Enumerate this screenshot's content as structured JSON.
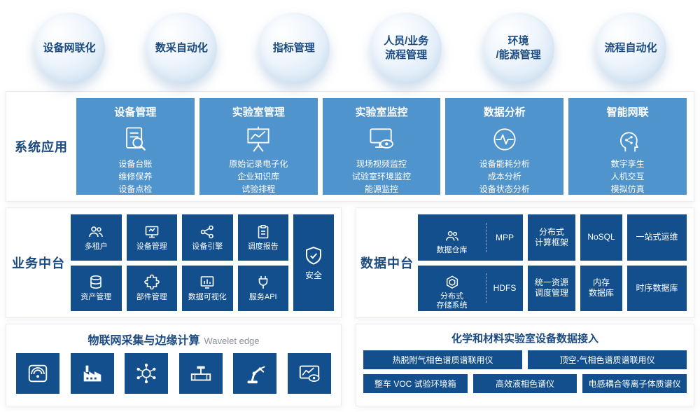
{
  "colors": {
    "dark_blue": "#124f8c",
    "card_blue": "#5094ce",
    "navy_text": "#1b4a80",
    "circle_fill_from": "#ffffff",
    "circle_fill_to": "#cfe1f2",
    "subtitle_gray": "#8a8f98"
  },
  "top_circles": [
    {
      "label": "设备网联化"
    },
    {
      "label": "数采自动化"
    },
    {
      "label": "指标管理"
    },
    {
      "label": "人员/业务\n流程管理"
    },
    {
      "label": "环境\n/能源管理"
    },
    {
      "label": "流程自动化"
    }
  ],
  "system_apps": {
    "section_label": "系统应用",
    "cards": [
      {
        "title": "设备管理",
        "icon": "document-search-icon",
        "lines": [
          "设备台账",
          "维修保养",
          "设备点检"
        ]
      },
      {
        "title": "实验室管理",
        "icon": "presentation-chart-icon",
        "lines": [
          "原始记录电子化",
          "企业知识库",
          "试验排程"
        ]
      },
      {
        "title": "实验室监控",
        "icon": "monitor-eye-icon",
        "lines": [
          "现场视频监控",
          "试验室环境监控",
          "能源监控"
        ]
      },
      {
        "title": "数据分析",
        "icon": "pulse-circle-icon",
        "lines": [
          "设备能耗分析",
          "成本分析",
          "设备状态分析"
        ]
      },
      {
        "title": "智能网联",
        "icon": "ai-head-icon",
        "lines": [
          "数字孪生",
          "人机交互",
          "模拟仿真"
        ]
      }
    ]
  },
  "business_platform": {
    "section_label": "业务中台",
    "tiles": [
      {
        "label": "多租户",
        "icon": "users-icon"
      },
      {
        "label": "设备管理",
        "icon": "monitor-icon"
      },
      {
        "label": "设备引擎",
        "icon": "share-nodes-icon"
      },
      {
        "label": "调度报告",
        "icon": "clipboard-icon"
      },
      {
        "label": "资产管理",
        "icon": "database-icon"
      },
      {
        "label": "部件管理",
        "icon": "puzzle-icon"
      },
      {
        "label": "数据可视化",
        "icon": "bar-chart-icon"
      },
      {
        "label": "服务API",
        "icon": "plug-icon"
      }
    ],
    "security_tile": {
      "label": "安全",
      "icon": "shield-icon"
    }
  },
  "data_platform": {
    "section_label": "数据中台",
    "row1": {
      "main": "数据仓库",
      "main_icon": "team-icon",
      "sub": "MPP",
      "items": [
        "分布式\n计算框架",
        "NoSQL",
        "一站式运维"
      ]
    },
    "row2": {
      "main": "分布式\n存储系统",
      "main_icon": "hexagon-storage-icon",
      "sub": "HDFS",
      "items": [
        "统一资源\n调度管理",
        "内存\n数据库",
        "时序数据库"
      ]
    }
  },
  "iot_edge": {
    "title": "物联网采集与边缘计算",
    "subtitle": "Wavelet edge",
    "icons": [
      "rfid-sensor-icon",
      "factory-icon",
      "network-globe-icon",
      "pipeline-valve-icon",
      "robot-arm-icon",
      "monitor-chart-icon"
    ]
  },
  "lab_access": {
    "title": "化学和材料实验室设备数据接入",
    "row1": [
      "热脱附气相色谱质谱联用仪",
      "顶空-气相色谱质谱联用仪"
    ],
    "row2": [
      "整车 VOC 试验环境箱",
      "高效液相色谱仪",
      "电感耦合等离子体质谱仪"
    ]
  }
}
